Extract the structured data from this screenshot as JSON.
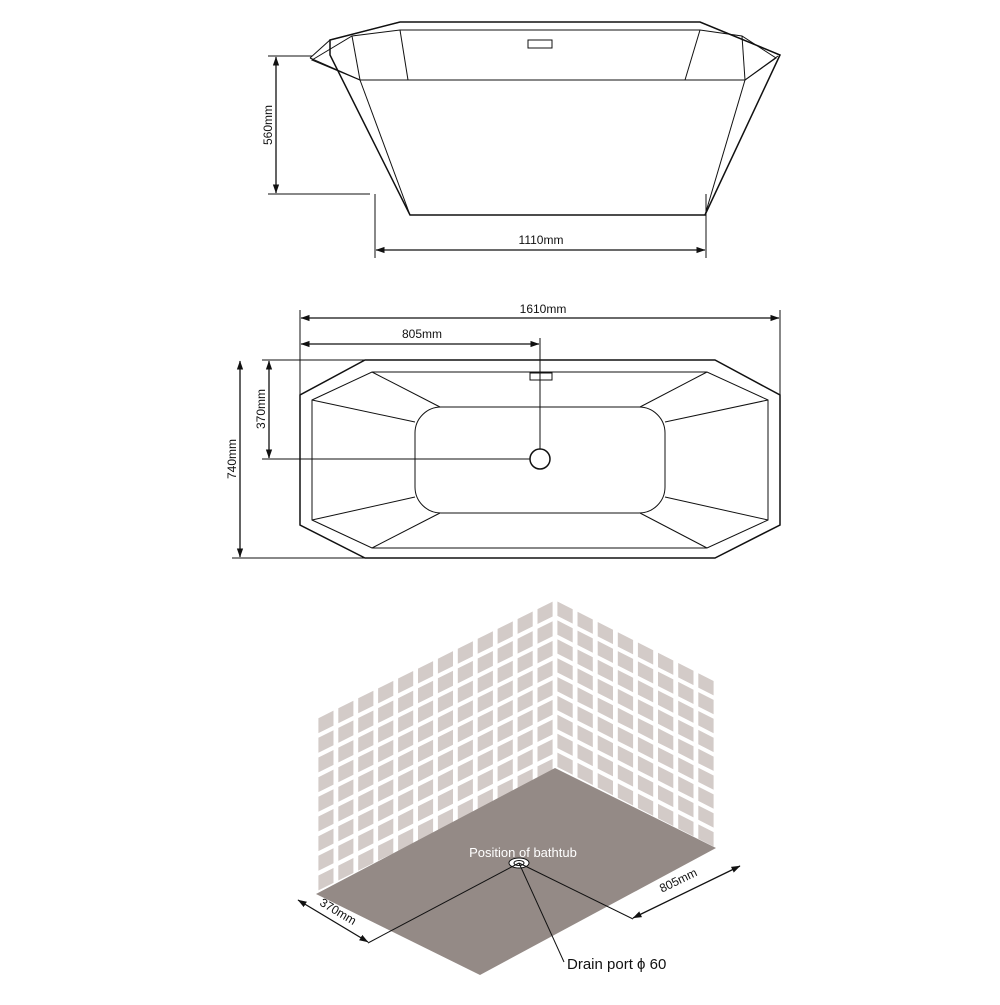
{
  "side_view": {
    "height_label": "560mm",
    "bottom_width_label": "1110mm"
  },
  "top_view": {
    "length_label": "1610mm",
    "drain_offset_x_label": "805mm",
    "drain_offset_y_label": "370mm",
    "width_label": "740mm"
  },
  "installation_view": {
    "position_label": "Position of bathtub",
    "offset_x_label": "805mm",
    "offset_y_label": "370mm",
    "drain_label": "Drain port ϕ 60"
  },
  "colors": {
    "floor": "#948a86",
    "tile": "#d3cbc8",
    "grout": "#ffffff",
    "line": "#111111"
  }
}
